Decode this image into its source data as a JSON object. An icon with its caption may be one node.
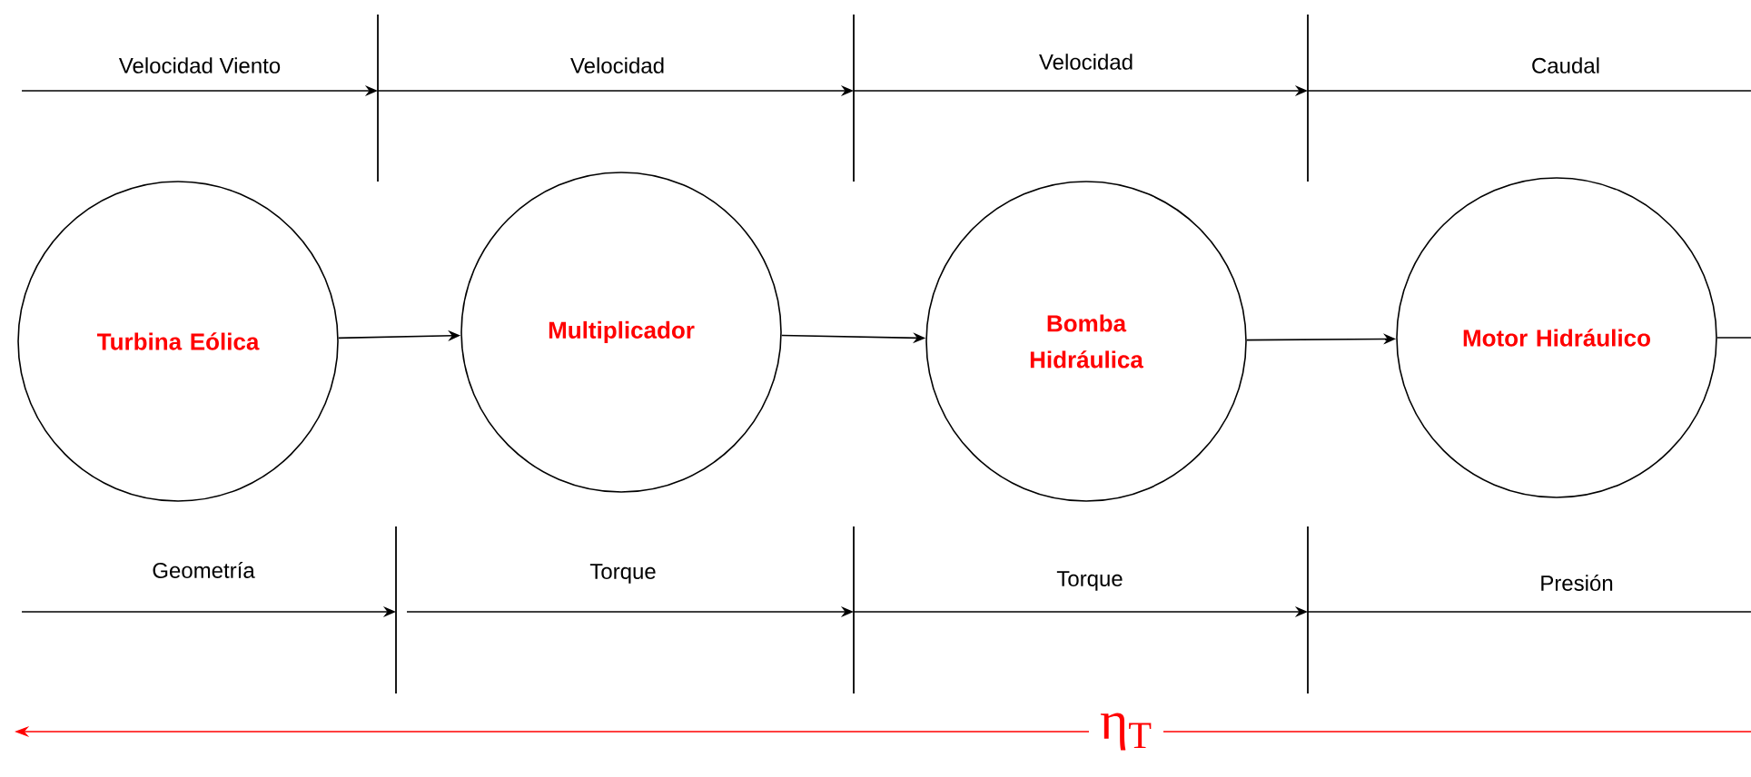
{
  "diagram": {
    "nodes": [
      {
        "text": [
          "Turbina Eólica"
        ]
      },
      {
        "text": [
          "Multiplicador"
        ]
      },
      {
        "text": [
          "Bomba Hidráulica"
        ]
      },
      {
        "text": [
          "Motor Hidráulico"
        ]
      }
    ],
    "edges": [
      {
        "from": 0,
        "to": 1,
        "arrow": "to"
      },
      {
        "from": 1,
        "to": 2,
        "arrow": "to"
      },
      {
        "from": 2,
        "to": 3,
        "arrow": "to"
      },
      {
        "from": 3,
        "to": null,
        "arrow": "none"
      }
    ],
    "labels": [
      "Velocidad Viento",
      "Velocidad",
      "Velocidad",
      "Caudal",
      "Geometría",
      "Torque",
      "Torque",
      "Presión",
      "η$_{T}$"
    ]
  }
}
